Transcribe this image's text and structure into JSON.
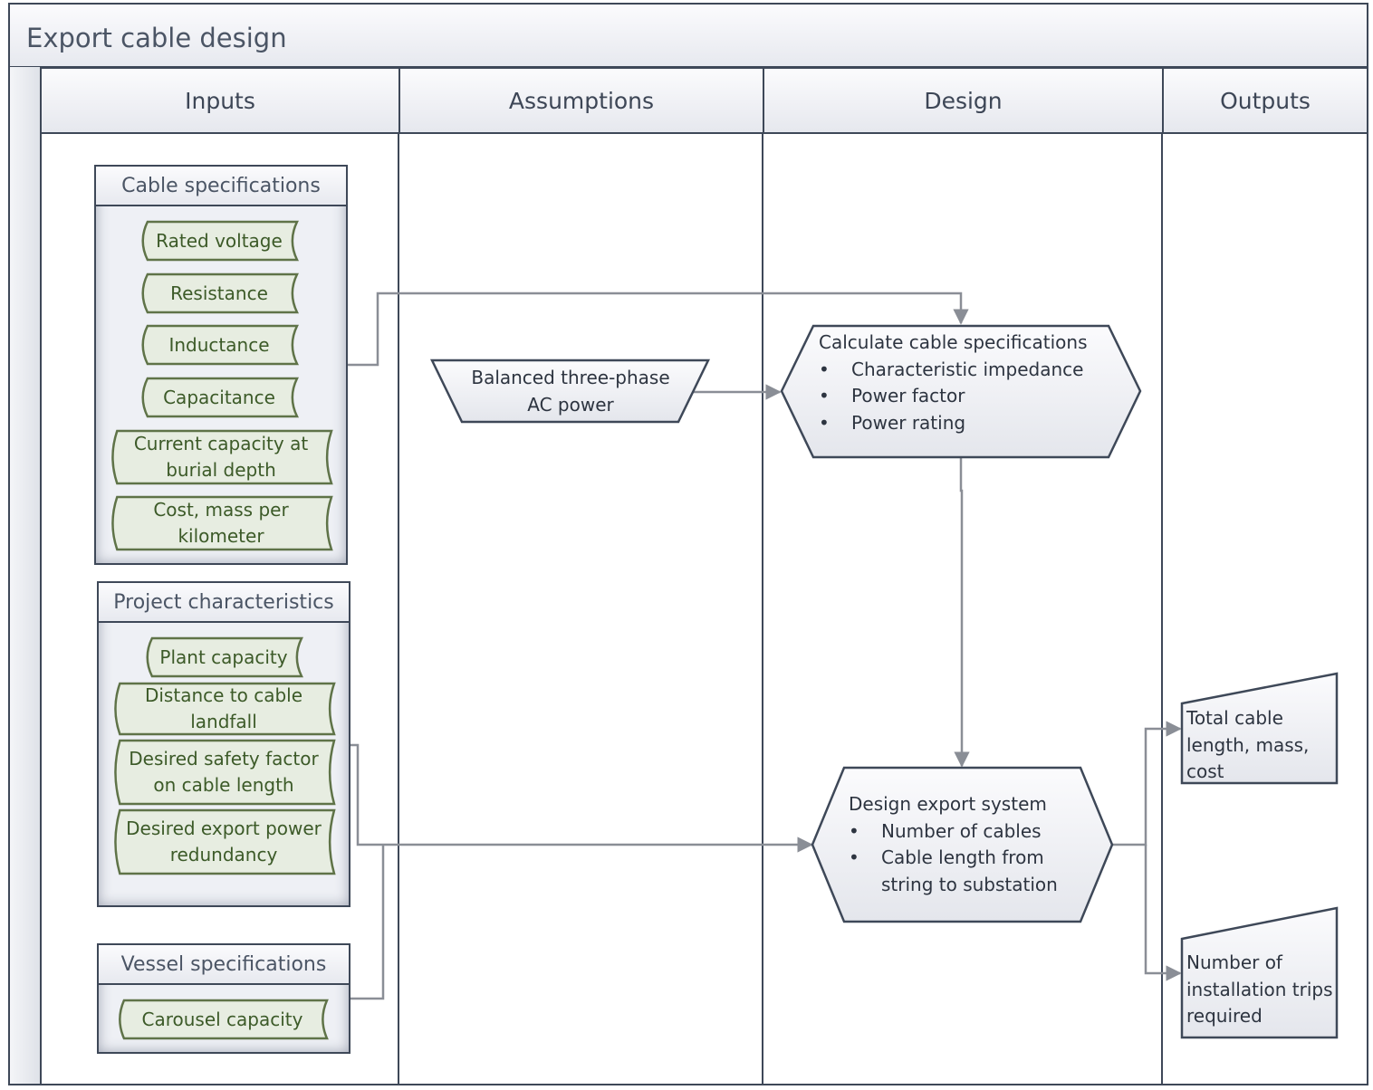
{
  "title": "Export cable design",
  "lanes": [
    "Inputs",
    "Assumptions",
    "Design",
    "Outputs"
  ],
  "groups": {
    "cable_specs": {
      "title": "Cable specifications",
      "items": [
        "Rated voltage",
        "Resistance",
        "Inductance",
        "Capacitance",
        "Current capacity at burial depth",
        "Cost, mass per kilometer"
      ]
    },
    "project": {
      "title": "Project characteristics",
      "items": [
        "Plant capacity",
        "Distance to cable landfall",
        "Desired safety factor on cable length",
        "Desired export power redundancy"
      ]
    },
    "vessel": {
      "title": "Vessel specifications",
      "items": [
        "Carousel capacity"
      ]
    }
  },
  "assumption": "Balanced three-phase AC power",
  "calc_cable": {
    "title": "Calculate cable specifications",
    "bullets": [
      "Characteristic impedance",
      "Power factor",
      "Power rating"
    ]
  },
  "design_export": {
    "title": "Design export system",
    "bullets": [
      "Number of cables",
      "Cable length from string to substation"
    ]
  },
  "outputs": [
    "Total cable length, mass, cost",
    "Number of installation trips required"
  ]
}
